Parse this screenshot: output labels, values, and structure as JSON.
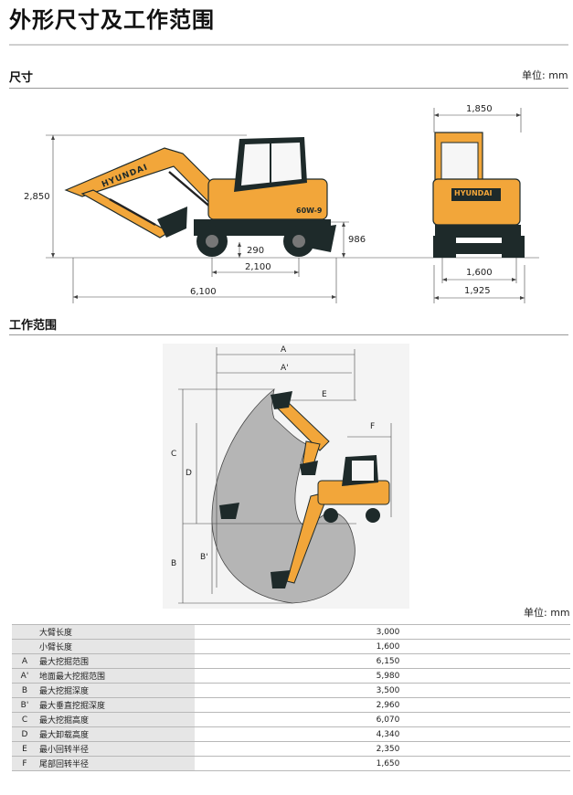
{
  "page_title": "外形尺寸及工作范围",
  "dimensions": {
    "section_title": "尺寸",
    "unit": "单位: mm",
    "labels": {
      "height": "2,850",
      "ground_clearance": "290",
      "wheelbase": "2,100",
      "overall_length": "6,100",
      "blade_height": "986",
      "top_width": "1,850",
      "track": "1,600",
      "overall_width": "1,925"
    },
    "brand_side": "HYUNDAI",
    "brand_rear": "HYUNDAI",
    "model": "60W-9"
  },
  "working_range": {
    "section_title": "工作范围",
    "unit": "单位: mm",
    "letters": {
      "a": "A",
      "a_prime": "A'",
      "e": "E",
      "f": "F",
      "c": "C",
      "d": "D",
      "b": "B",
      "b_prime": "B'"
    }
  },
  "specs": [
    {
      "key": "",
      "name": "大臂长度",
      "value": "3,000"
    },
    {
      "key": "",
      "name": "小臂长度",
      "value": "1,600"
    },
    {
      "key": "A",
      "name": "最大挖掘范围",
      "value": "6,150"
    },
    {
      "key": "A'",
      "name": "地面最大挖掘范围",
      "value": "5,980"
    },
    {
      "key": "B",
      "name": "最大挖掘深度",
      "value": "3,500"
    },
    {
      "key": "B'",
      "name": "最大垂直挖掘深度",
      "value": "2,960"
    },
    {
      "key": "C",
      "name": "最大挖掘高度",
      "value": "6,070"
    },
    {
      "key": "D",
      "name": "最大卸载高度",
      "value": "4,340"
    },
    {
      "key": "E",
      "name": "最小回转半径",
      "value": "2,350"
    },
    {
      "key": "F",
      "name": "尾部回转半径",
      "value": "1,650"
    }
  ]
}
